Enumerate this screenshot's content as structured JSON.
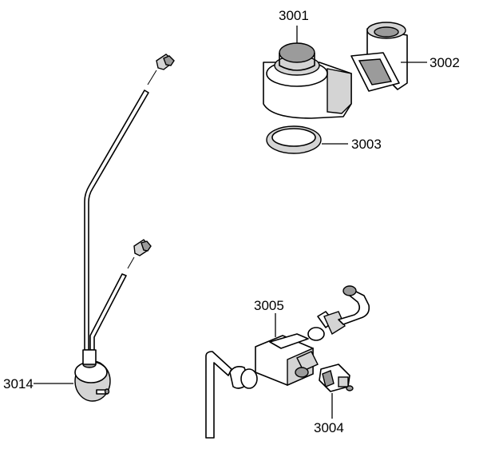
{
  "labels": {
    "p3001": "3001",
    "p3002": "3002",
    "p3003": "3003",
    "p3004": "3004",
    "p3005": "3005",
    "p3014": "3014"
  }
}
